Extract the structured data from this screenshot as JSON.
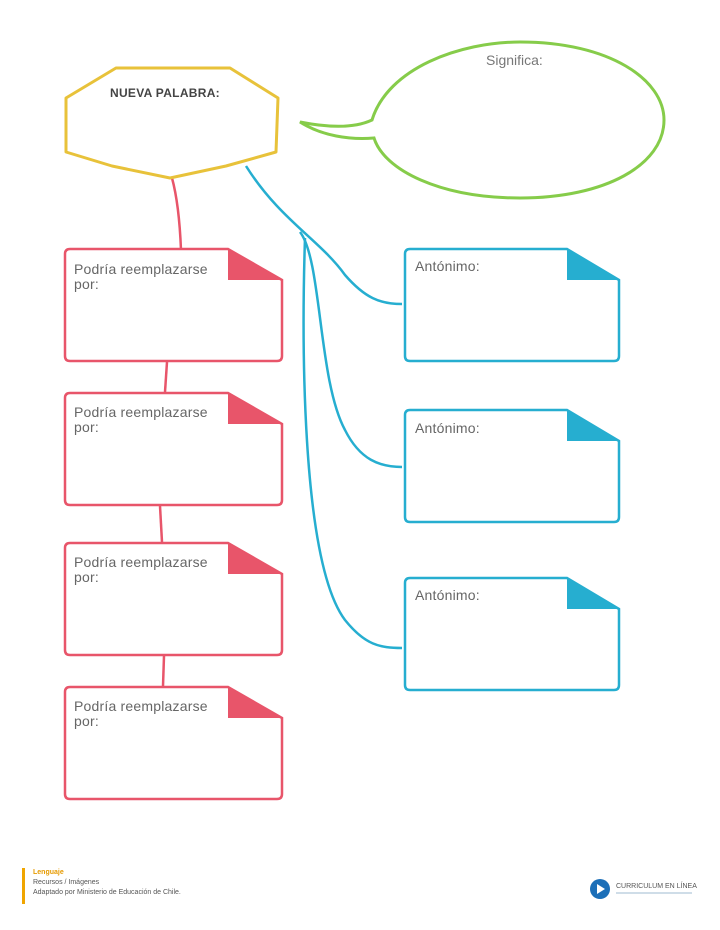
{
  "main_word": {
    "label": "NUEVA PALABRA:"
  },
  "meaning": {
    "label": "Significa:"
  },
  "synonyms": [
    {
      "label": "Podría reemplazarse por:"
    },
    {
      "label": "Podría reemplazarse por:"
    },
    {
      "label": "Podría reemplazarse por:"
    },
    {
      "label": "Podría reemplazarse por:"
    }
  ],
  "antonyms": [
    {
      "label": "Antónimo:"
    },
    {
      "label": "Antónimo:"
    },
    {
      "label": "Antónimo:"
    }
  ],
  "footer": {
    "title": "Lenguaje",
    "line1": "Recursos / Imágenes",
    "line2": "Adaptado por Ministerio de Educación de Chile."
  },
  "logo": {
    "text": "CURRICULUM EN LÍNEA"
  },
  "colors": {
    "hexagon": "#e8c23a",
    "bubble": "#86cc4a",
    "synonym": "#e8556a",
    "antonym": "#26aed0",
    "footer_accent": "#f0a500"
  }
}
